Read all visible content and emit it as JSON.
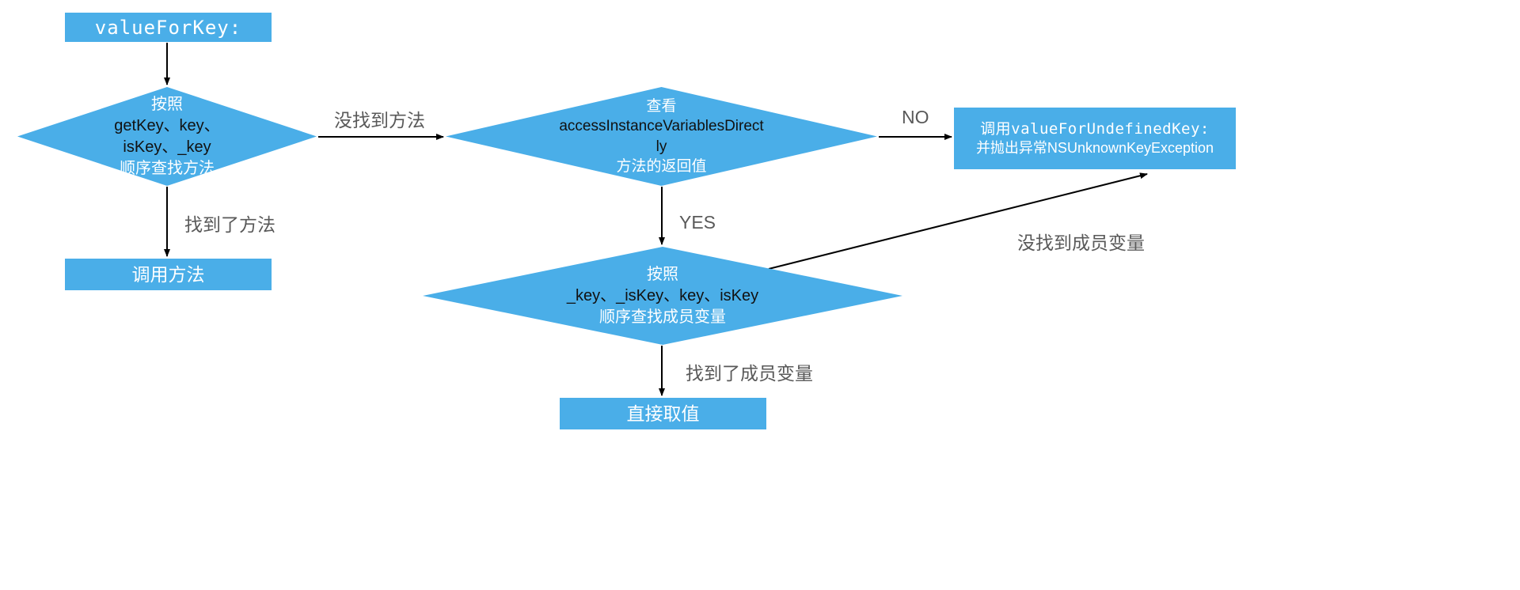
{
  "diagram": {
    "title": "valueForKey: lookup flow",
    "colors": {
      "node_fill": "#4aaee8",
      "node_text_white": "#ffffff",
      "node_text_dark": "#111111",
      "edge_label": "#595959",
      "arrow": "#000000",
      "background": "#ffffff"
    },
    "nodes": {
      "start_box": {
        "label": "valueForKey:"
      },
      "method_diamond": {
        "line1": "按照",
        "line2": "getKey、key、",
        "line3": "isKey、_key",
        "line4": "顺序查找方法"
      },
      "call_method_box": {
        "label": "调用方法"
      },
      "access_diamond": {
        "line1": "查看",
        "line2": "accessInstanceVariablesDirect",
        "line3": "ly",
        "line4": "方法的返回值"
      },
      "undefined_key_box": {
        "line1": "调用valueForUndefinedKey:",
        "line2": "并抛出异常NSUnknownKeyException"
      },
      "ivar_diamond": {
        "line1": "按照",
        "line2": "_key、_isKey、key、isKey",
        "line3": "顺序查找成员变量"
      },
      "direct_value_box": {
        "label": "直接取值"
      }
    },
    "edge_labels": {
      "not_found_method": "没找到方法",
      "found_method": "找到了方法",
      "no": "NO",
      "yes": "YES",
      "found_ivar": "找到了成员变量",
      "not_found_ivar": "没找到成员变量"
    }
  }
}
